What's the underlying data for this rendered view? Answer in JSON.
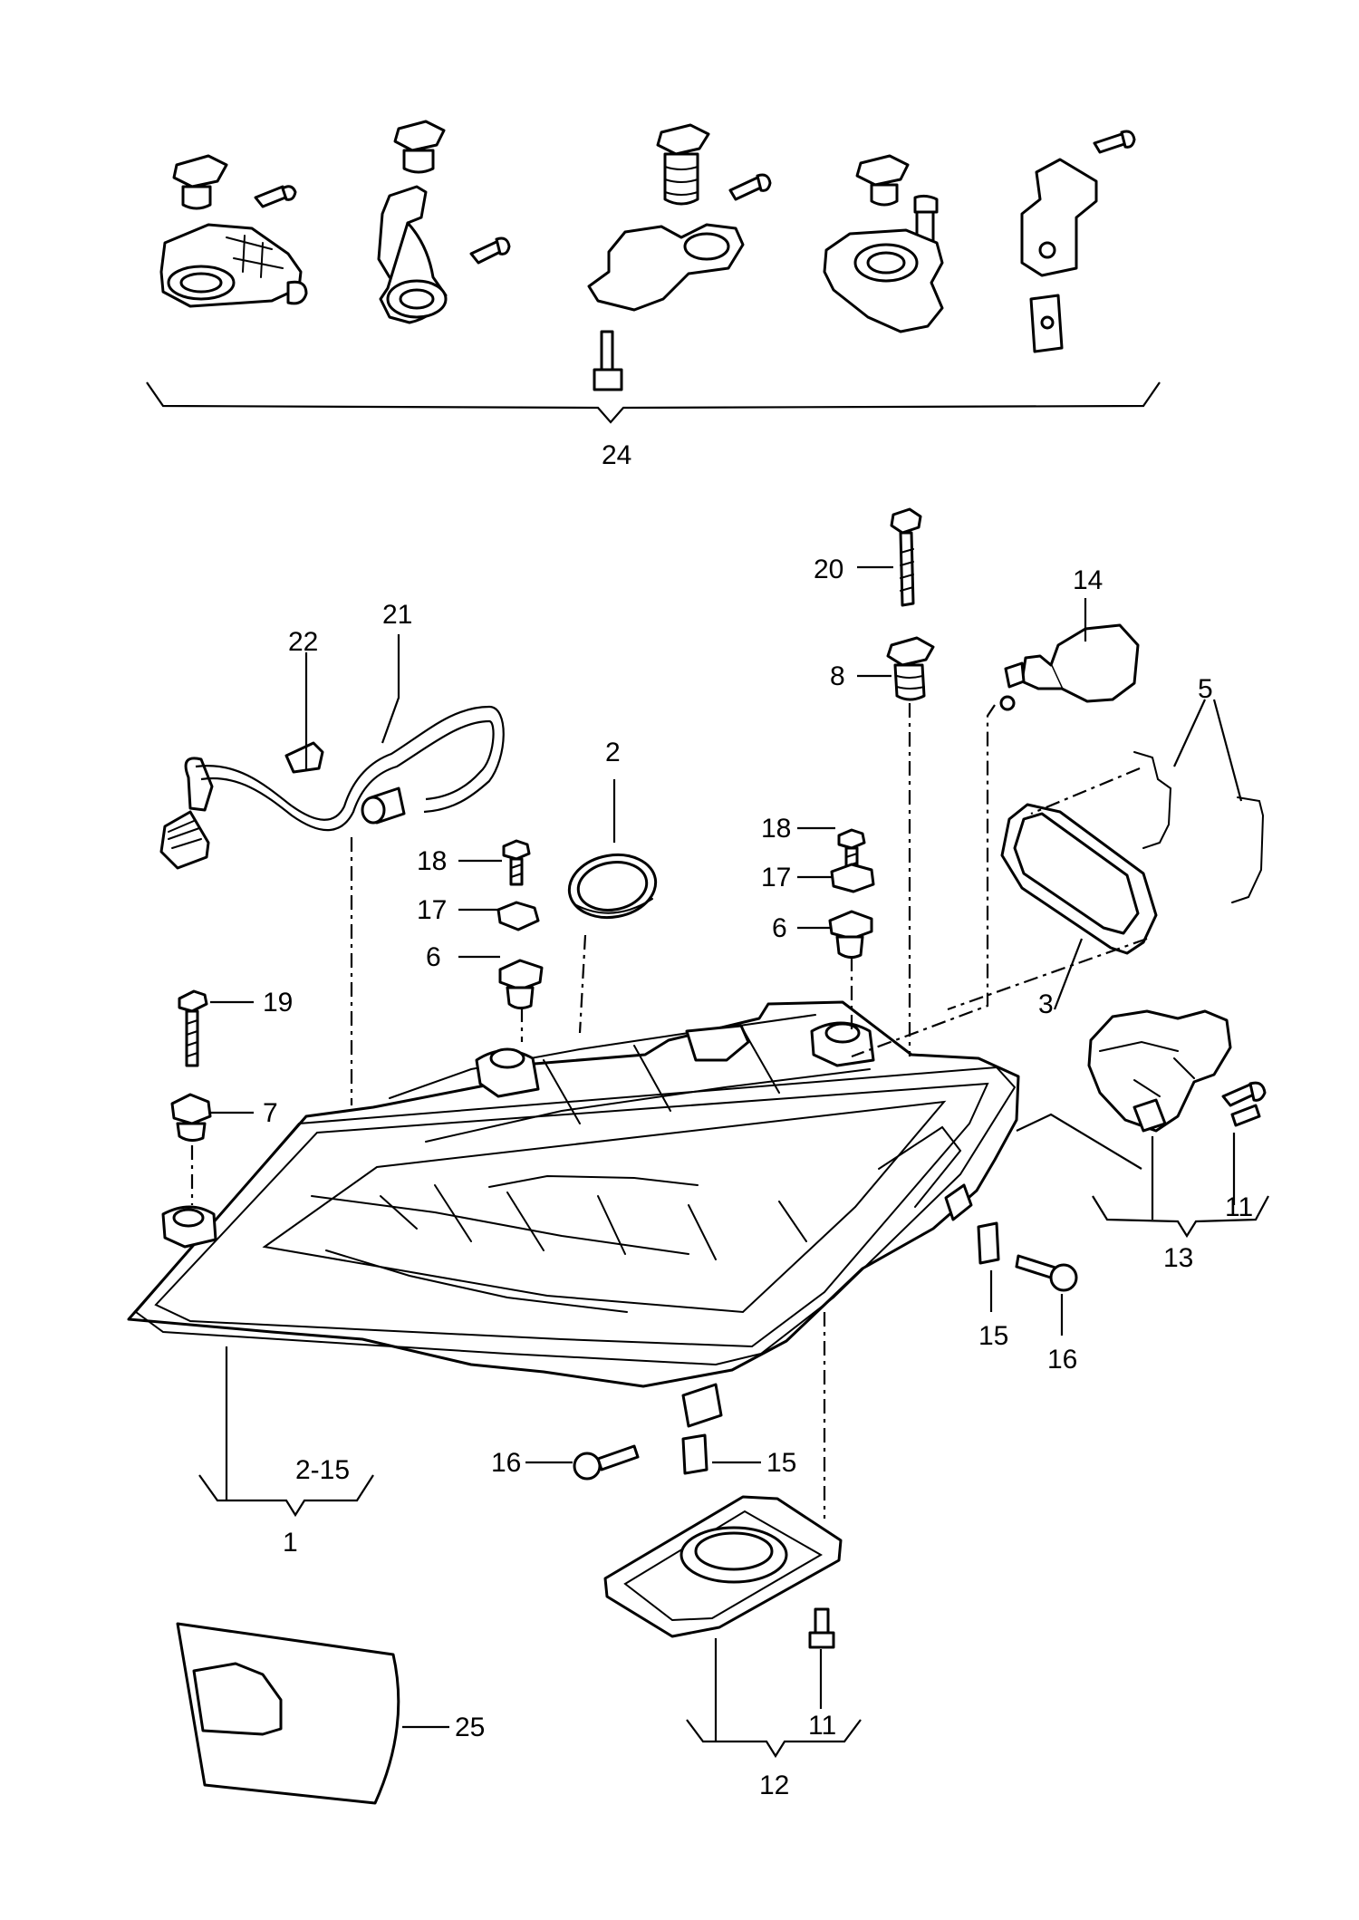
{
  "callouts": {
    "c24": "24",
    "c22": "22",
    "c21": "21",
    "c2": "2",
    "c20": "20",
    "c14": "14",
    "c8": "8",
    "c5": "5",
    "c18a": "18",
    "c17a": "17",
    "c6a": "6",
    "c18b": "18",
    "c17b": "17",
    "c6b": "6",
    "c19": "19",
    "c7": "7",
    "c3": "3",
    "c11a": "11",
    "c13": "13",
    "c15a": "15",
    "c16a": "16",
    "c2_15": "2-15",
    "c1": "1",
    "c16b": "16",
    "c15b": "15",
    "c11b": "11",
    "c12": "12",
    "c25": "25"
  }
}
